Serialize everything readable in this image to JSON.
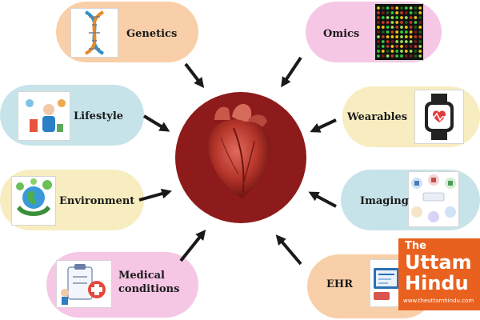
{
  "center": {
    "icon": "human-heart-illustration",
    "circle_color": "#8e1b1b"
  },
  "nodes": [
    {
      "id": "genetics",
      "label": "Genetics",
      "color": "#f8cfa8",
      "icon": "dna-icon"
    },
    {
      "id": "omics",
      "label": "Omics",
      "color": "#f6c6e5",
      "icon": "microarray-icon"
    },
    {
      "id": "lifestyle",
      "label": "Lifestyle",
      "color": "#c7e3ea",
      "icon": "lifestyle-icon"
    },
    {
      "id": "wearables",
      "label": "Wearables",
      "color": "#f7edc0",
      "icon": "smartwatch-icon"
    },
    {
      "id": "environment",
      "label": "Environment",
      "color": "#f7edc0",
      "icon": "earth-hands-icon"
    },
    {
      "id": "imaging",
      "label": "Imaging",
      "color": "#c7e3ea",
      "icon": "medical-imaging-icon"
    },
    {
      "id": "medical",
      "label_lines": [
        "Medical",
        "conditions"
      ],
      "color": "#f6c6e5",
      "icon": "clipboard-medical-icon"
    },
    {
      "id": "ehr",
      "label": "EHR",
      "color": "#f8cfa8",
      "icon": "ehr-screen-icon"
    }
  ],
  "watermark": {
    "line1": "The",
    "line2": "Uttam",
    "line3": "Hindu",
    "url": "www.theuttamhindu.com",
    "color": "#e9611f"
  }
}
